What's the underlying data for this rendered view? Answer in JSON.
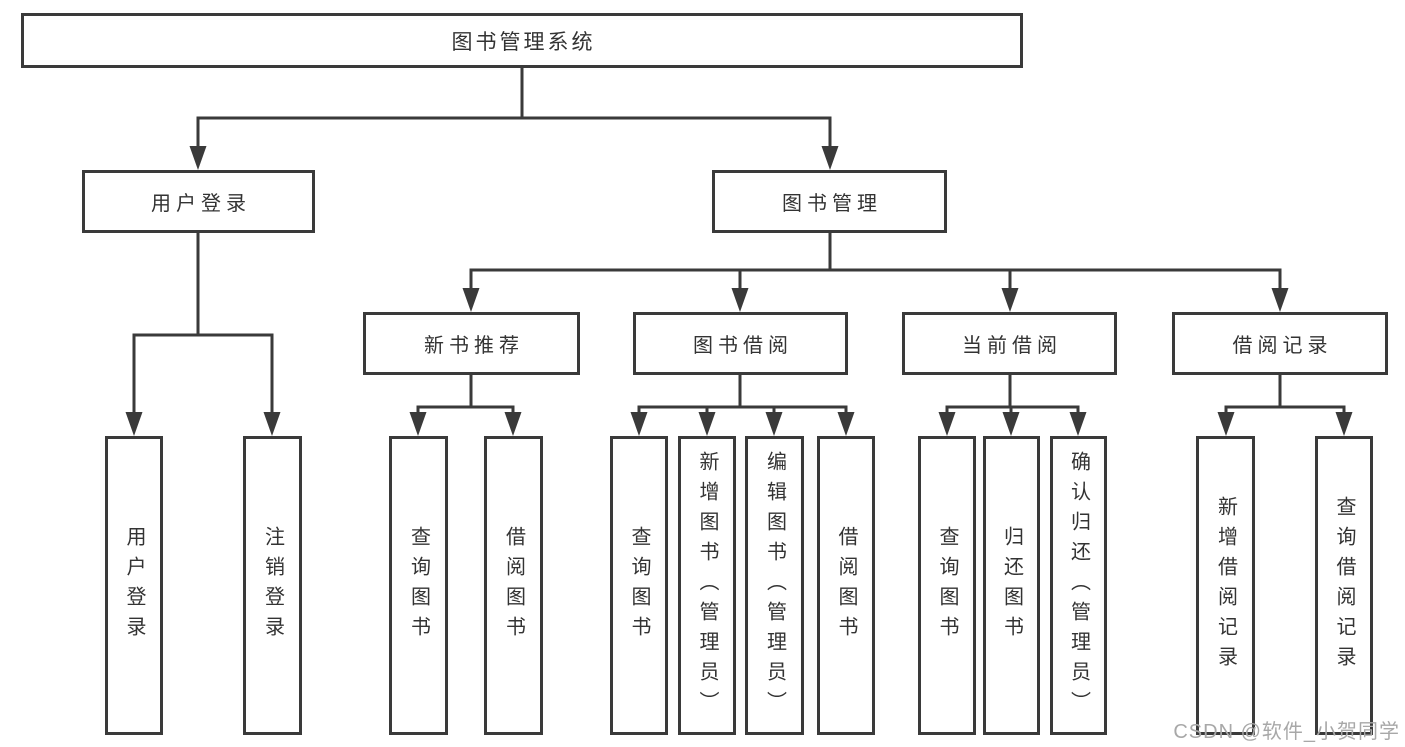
{
  "tree": {
    "label": "图书管理系统",
    "children": [
      {
        "label": "用户登录",
        "children": [
          {
            "label": "用户登录"
          },
          {
            "label": "注销登录"
          }
        ]
      },
      {
        "label": "图书管理",
        "children": [
          {
            "label": "新书推荐",
            "children": [
              {
                "label": "查询图书"
              },
              {
                "label": "借阅图书"
              }
            ]
          },
          {
            "label": "图书借阅",
            "children": [
              {
                "label": "查询图书"
              },
              {
                "label": "新增图书（管理员）"
              },
              {
                "label": "编辑图书（管理员）"
              },
              {
                "label": "借阅图书"
              }
            ]
          },
          {
            "label": "当前借阅",
            "children": [
              {
                "label": "查询图书"
              },
              {
                "label": "归还图书"
              },
              {
                "label": "确认归还（管理员）"
              }
            ]
          },
          {
            "label": "借阅记录",
            "children": [
              {
                "label": "新增借阅记录"
              },
              {
                "label": "查询借阅记录"
              }
            ]
          }
        ]
      }
    ]
  },
  "watermark": "CSDN @软件_小贺同学",
  "colors": {
    "line": "#3a3a3a",
    "text": "#333333",
    "background": "#ffffff",
    "watermark": "#a8a8a8"
  }
}
